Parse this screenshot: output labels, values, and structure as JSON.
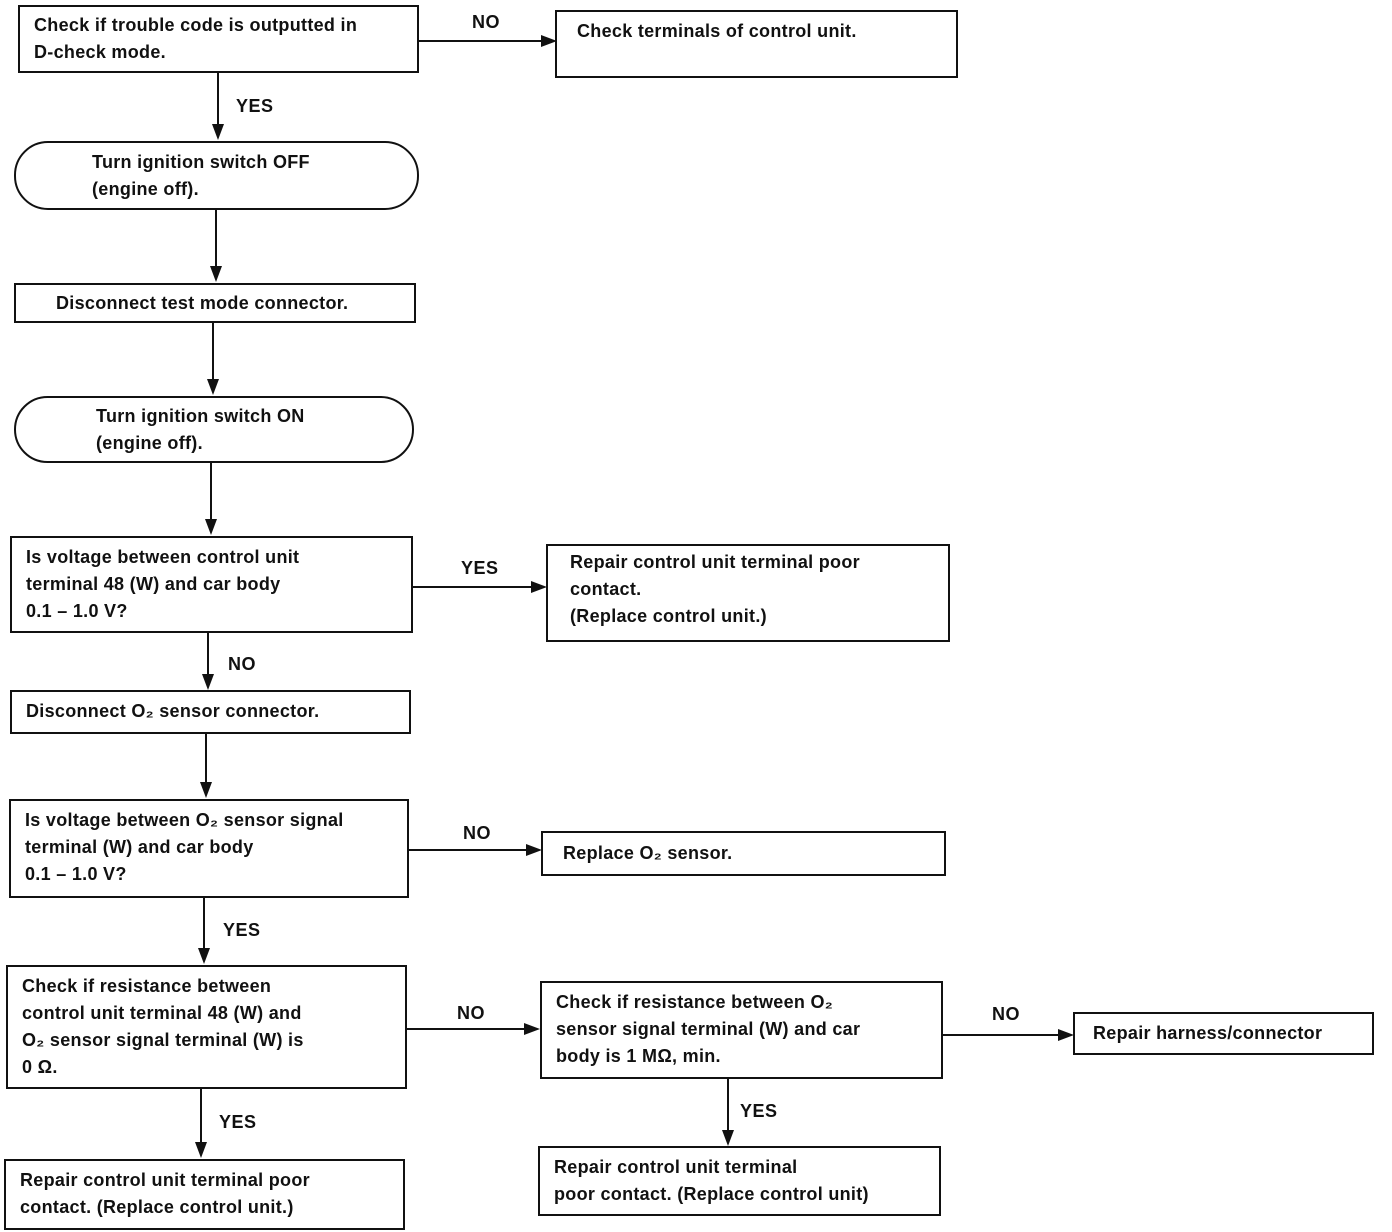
{
  "boxes": {
    "check_trouble_code": "Check if trouble code is outputted in\nD-check mode.",
    "check_terminals": "Check terminals of control unit.",
    "ignition_off": "Turn ignition switch OFF\n(engine off).",
    "disconnect_test_mode": "Disconnect test mode connector.",
    "ignition_on": "Turn ignition switch ON\n(engine off).",
    "voltage_terminal_48": "Is voltage between control unit\nterminal 48 (W) and car body\n0.1 – 1.0 V?",
    "repair_poor_contact_1": "Repair control unit terminal poor\ncontact.\n(Replace control unit.)",
    "disconnect_o2": "Disconnect O₂ sensor connector.",
    "voltage_o2_signal": "Is voltage between O₂ sensor signal\nterminal (W) and car body\n0.1 – 1.0 V?",
    "replace_o2": "Replace O₂ sensor.",
    "resistance_48_o2": "Check if resistance between\ncontrol unit terminal 48 (W) and\nO₂ sensor signal terminal (W) is\n0 Ω.",
    "resistance_o2_body": "Check if resistance between O₂\nsensor signal terminal (W) and car\nbody is 1 MΩ, min.",
    "repair_harness": "Repair harness/connector",
    "repair_poor_contact_2": "Repair control unit terminal poor\ncontact. (Replace control unit.)",
    "repair_poor_contact_3": "Repair control unit terminal\npoor contact. (Replace control unit)"
  },
  "labels": {
    "no_1": "NO",
    "yes_1": "YES",
    "yes_2": "YES",
    "no_2": "NO",
    "no_3": "NO",
    "yes_3": "YES",
    "no_4": "NO",
    "no_5": "NO",
    "yes_4": "YES",
    "yes_5": "YES"
  }
}
